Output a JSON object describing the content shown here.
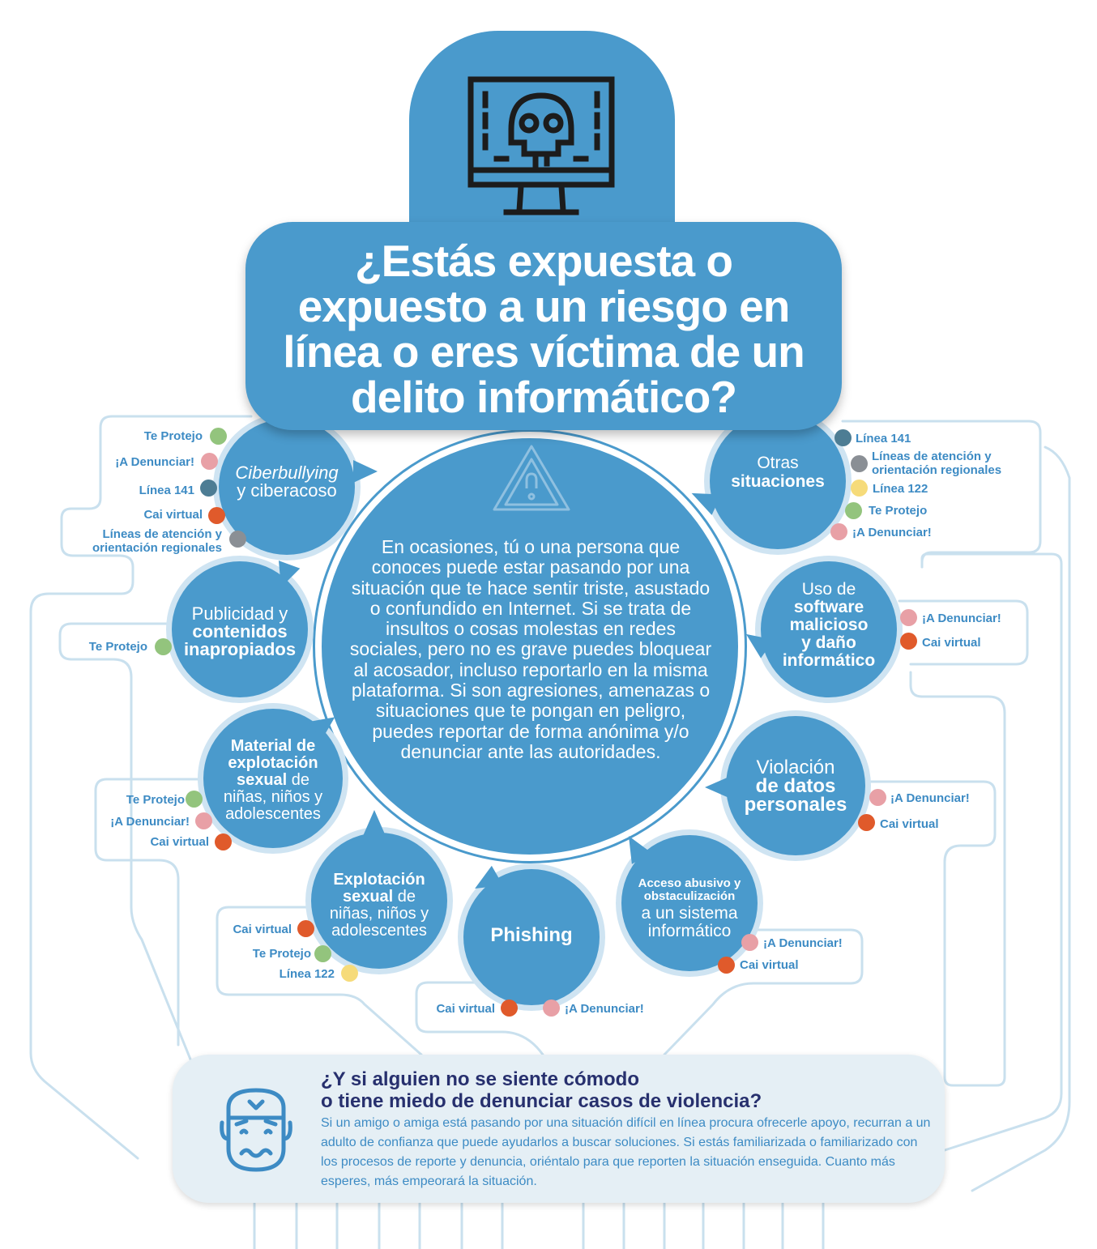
{
  "title": {
    "line1": "¿Estás expuesta o",
    "line2": "expuesto a un riesgo en",
    "line3": "línea o eres víctima de un",
    "line4": "delito informático?"
  },
  "icons": {
    "header": "skull-monitor-icon",
    "center": "warning-triangle-icon",
    "bottom": "worried-face-icon"
  },
  "center_text": "En ocasiones, tú o una persona que conoces puede estar pasando por una situación que te hace sentir triste, asustado o confundido en Internet. Si se trata de insultos o cosas molestas en redes sociales, pero no es grave puedes bloquear al acosador, incluso reportarlo en la misma plataforma. Si son agresiones, amenazas o situaciones que te pongan en peligro, puedes reportar de forma anónima y/o denunciar ante las autoridades.",
  "categories": {
    "cyber": {
      "l1": "Ciberbullying",
      "l2": "y ciberacoso"
    },
    "publicidad": {
      "l1": "Publicidad y",
      "l2": "contenidos",
      "l3": "inapropiados"
    },
    "material": {
      "l1": "Material de",
      "l2": "explotación",
      "l3b": "sexual",
      "l3": " de",
      "l4": "niñas, niños y",
      "l5": "adolescentes"
    },
    "explotacion": {
      "l1": "Explotación",
      "l2b": "sexual",
      "l2": " de",
      "l3": "niñas, niños y",
      "l4": "adolescentes"
    },
    "phishing": {
      "l1": "Phishing"
    },
    "acceso": {
      "l1": "Acceso abusivo y",
      "l2": "obstaculización",
      "l3": "a un sistema",
      "l4": "informático"
    },
    "violacion": {
      "l1": "Violación",
      "l2": "de datos",
      "l3": "personales"
    },
    "software": {
      "l1": "Uso de",
      "l2": "software",
      "l3": "malicioso",
      "l4": "y daño",
      "l5": "informático"
    },
    "otras": {
      "l1": "Otras",
      "l2": "situaciones"
    }
  },
  "resources": {
    "te_protejo": "Te Protejo",
    "denunciar": "¡A Denunciar!",
    "linea141": "Línea 141",
    "cai_virtual": "Cai virtual",
    "lineas_regionales_1": "Líneas de atención y",
    "lineas_regionales_2": "orientación regionales",
    "linea122": "Línea 122"
  },
  "resource_colors": {
    "te_protejo": "#93c47d",
    "denunciar": "#e8a0a6",
    "linea141": "#4d7d94",
    "cai_virtual": "#e05a2b",
    "lineas_regionales": "#8a8f95",
    "linea122": "#f6db7a"
  },
  "bottom": {
    "title1": "¿Y si alguien no se siente cómodo",
    "title2": "o tiene miedo de denunciar casos de violencia?",
    "body": "Si un amigo o amiga está pasando por una situación difícil en línea procura ofrecerle apoyo, recurran a un adulto de confianza que puede ayudarlos a buscar soluciones. Si estás familiarizada o familiarizado con los procesos de reporte y denuncia, oriéntalo para que reporten la situación enseguida. Cuanto más esperes, más empeorará la situación."
  },
  "colors": {
    "primary": "#4a9acc",
    "wire": "#c9e0ee",
    "dark_title": "#27306e",
    "text_blue": "#3d8bc4",
    "bottom_bg": "#e5eff5"
  }
}
